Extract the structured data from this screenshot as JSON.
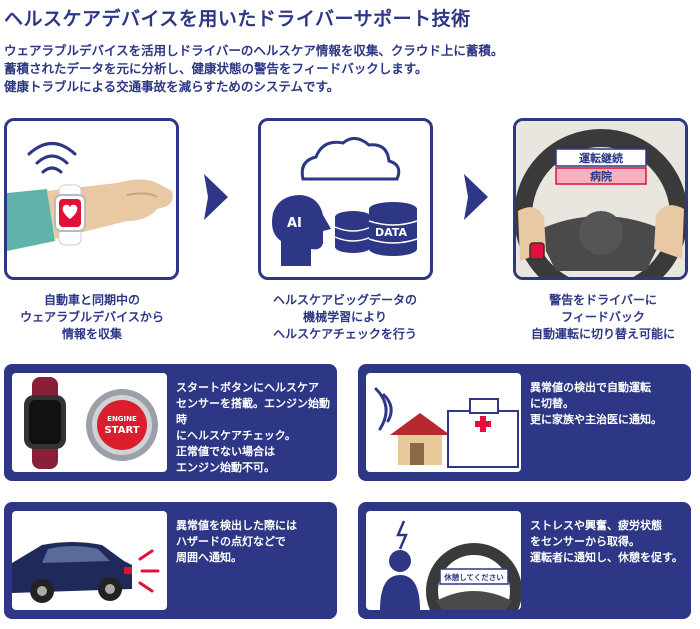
{
  "title": "ヘルスケアデバイスを用いたドライバーサポート技術",
  "intro": [
    "ウェアラブルデバイスを活用しドライバーのヘルスケア情報を収集、クラウド上に蓄積。",
    "蓄積されたデータを元に分析し、健康状態の警告をフィードバックします。",
    "健康トラブルによる交通事故を減らすためのシステムです。"
  ],
  "steps": [
    {
      "caption": [
        "自動車と同期中の",
        "ウェアラブルデバイスから",
        "情報を収集"
      ]
    },
    {
      "ai_label": "AI",
      "data_label": "DATA",
      "caption": [
        "ヘルスケアビッグデータの",
        "機械学習により",
        "ヘルスケアチェックを行う"
      ]
    },
    {
      "sign_top": "運転継続",
      "sign_bottom": "病院",
      "caption": [
        "警告をドライバーに",
        "フィードバック",
        "自動運転に切り替え可能に"
      ]
    }
  ],
  "panels": [
    {
      "engine_label_1": "ENGINE",
      "engine_label_2": "START",
      "text": [
        "スタートボタンにヘルスケア",
        "センサーを搭載。エンジン始動時",
        "にヘルスケアチェック。",
        "正常値でない場合は",
        "エンジン始動不可。"
      ]
    },
    {
      "text": [
        "異常値の検出で自動運転",
        "に切替。",
        "更に家族や主治医に通知。"
      ]
    },
    {
      "text": [
        "異常値を検出した際には",
        "ハザードの点灯などで",
        "周囲へ通知。"
      ]
    },
    {
      "rest_sign": "休憩してください",
      "text": [
        "ストレスや興奮、疲労状態",
        "をセンサーから取得。",
        "運転者に通知し、休憩を促す。"
      ]
    }
  ],
  "colors": {
    "navy": "#2d3785",
    "red": "#e0103a",
    "pink": "#f7b2bf",
    "skin": "#e9c9a4",
    "teal": "#5fb3a8"
  }
}
